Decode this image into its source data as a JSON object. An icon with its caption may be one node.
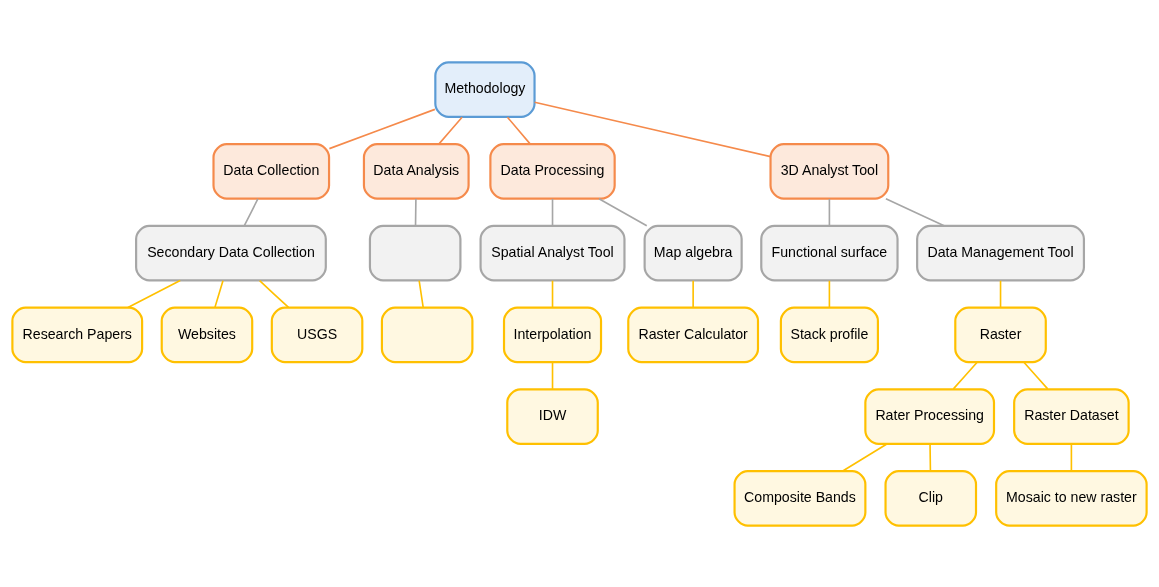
{
  "diagram": {
    "nodes": [
      {
        "text": [
          "Methodology"
        ]
      },
      {
        "text": [
          "Data Collection"
        ]
      },
      {
        "text": [
          "Data Analysis"
        ]
      },
      {
        "text": [
          "Data Processing"
        ]
      },
      {
        "text": [
          "3D Analyst Tool"
        ]
      },
      {
        "text": [
          "Secondary Data Collection"
        ]
      },
      {
        "text": [
          "Research Papers"
        ]
      },
      {
        "text": [
          "Websites"
        ]
      },
      {
        "text": [
          "USGS"
        ]
      },
      {
        "text": [],
        "shape": "box"
      },
      {
        "text": [],
        "shape": "box"
      },
      {
        "text": [
          "Spatial Analyst Tool"
        ]
      },
      {
        "text": [
          "Map algebra"
        ]
      },
      {
        "text": [
          "Interpolation"
        ]
      },
      {
        "text": [
          "IDW"
        ]
      },
      {
        "text": [
          "Raster Calculator"
        ]
      },
      {
        "text": [
          "Functional surface"
        ]
      },
      {
        "text": [
          "Data Management Tool"
        ]
      },
      {
        "text": [
          "Stack profile"
        ]
      },
      {
        "text": [
          "Raster"
        ]
      },
      {
        "text": [
          "Rater Processing"
        ]
      },
      {
        "text": [
          "Raster Dataset"
        ]
      },
      {
        "text": [
          "Composite Bands"
        ]
      },
      {
        "text": [
          "Clip"
        ]
      },
      {
        "text": [
          "Mosaic to new raster"
        ]
      }
    ],
    "edges": [
      {
        "from": 0,
        "to": 1,
        "arrow": "none",
        "color": "#f58a4b"
      },
      {
        "from": 0,
        "to": 2,
        "arrow": "none",
        "color": "#f58a4b"
      },
      {
        "from": 0,
        "to": 3,
        "arrow": "none",
        "color": "#f58a4b"
      },
      {
        "from": 0,
        "to": 4,
        "arrow": "none",
        "color": "#f58a4b"
      },
      {
        "from": 1,
        "to": 5,
        "arrow": "none",
        "color": "#a6a6a6"
      },
      {
        "from": 5,
        "to": 6,
        "arrow": "none"
      },
      {
        "from": 5,
        "to": 7,
        "arrow": "none"
      },
      {
        "from": 5,
        "to": 8,
        "arrow": "none"
      },
      {
        "from": 2,
        "to": 9,
        "arrow": "none",
        "color": "#a6a6a6"
      },
      {
        "from": 9,
        "to": 10,
        "arrow": "none"
      },
      {
        "from": 3,
        "to": 11,
        "arrow": "none",
        "color": "#a6a6a6"
      },
      {
        "from": 3,
        "to": 12,
        "arrow": "none",
        "color": "#a6a6a6"
      },
      {
        "from": 11,
        "to": 13,
        "arrow": "none"
      },
      {
        "from": 13,
        "to": 14,
        "arrow": "none"
      },
      {
        "from": 12,
        "to": 15,
        "arrow": "none"
      },
      {
        "from": 4,
        "to": 16,
        "arrow": "none",
        "color": "#a6a6a6"
      },
      {
        "from": 4,
        "to": 17,
        "arrow": "none",
        "color": "#a6a6a6"
      },
      {
        "from": 16,
        "to": 18,
        "arrow": "none"
      },
      {
        "from": 17,
        "to": 19,
        "arrow": "none"
      },
      {
        "from": 19,
        "to": 20,
        "arrow": "none"
      },
      {
        "from": 19,
        "to": 21,
        "arrow": "none"
      },
      {
        "from": 20,
        "to": 22,
        "arrow": "none"
      },
      {
        "from": 20,
        "to": 23,
        "arrow": "none"
      },
      {
        "from": 21,
        "to": 24,
        "arrow": "none"
      }
    ]
  }
}
